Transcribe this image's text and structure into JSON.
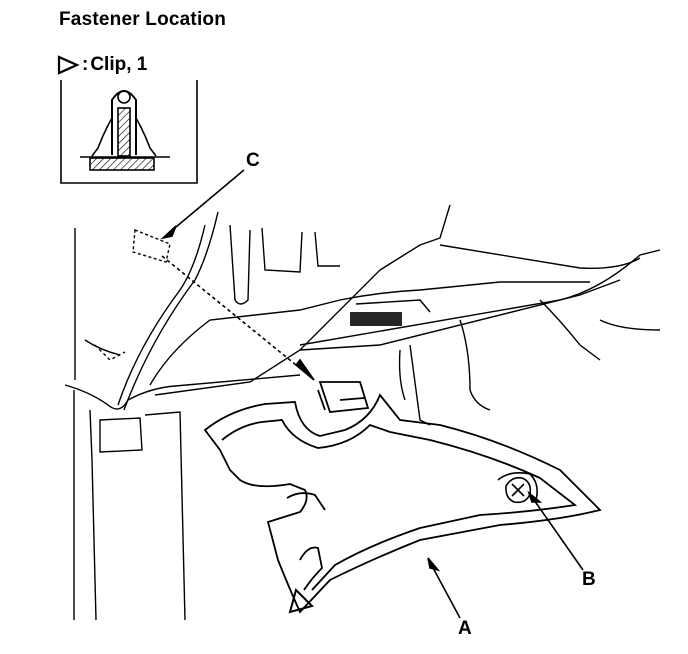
{
  "title": "Fastener Location",
  "legend": {
    "symbol": "triangle-outline-icon",
    "prefix": ":",
    "text": "Clip, 1"
  },
  "callouts": {
    "a": "A",
    "b": "B",
    "c": "C"
  }
}
